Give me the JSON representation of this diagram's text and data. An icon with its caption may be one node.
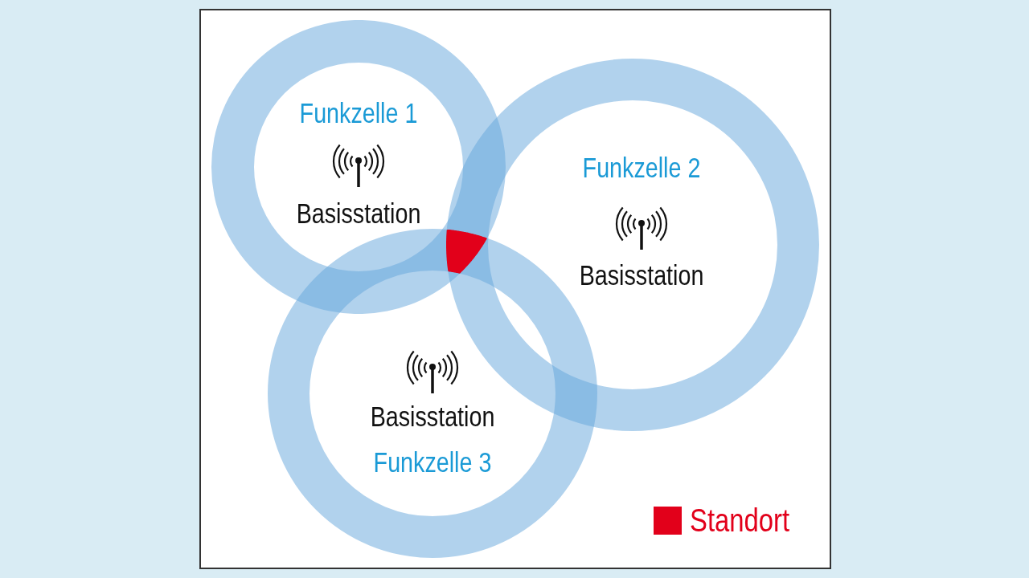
{
  "diagram": {
    "nodes": [
      {
        "text": [
          "Funkzelle 1",
          "Basisstation"
        ]
      },
      {
        "text": [
          "Funkzelle 2",
          "Basisstation"
        ]
      },
      {
        "text": [
          "Basisstation",
          "Funkzelle 3"
        ]
      }
    ],
    "legend": [
      {
        "text": "Standort",
        "color": "#e2001a"
      }
    ]
  }
}
